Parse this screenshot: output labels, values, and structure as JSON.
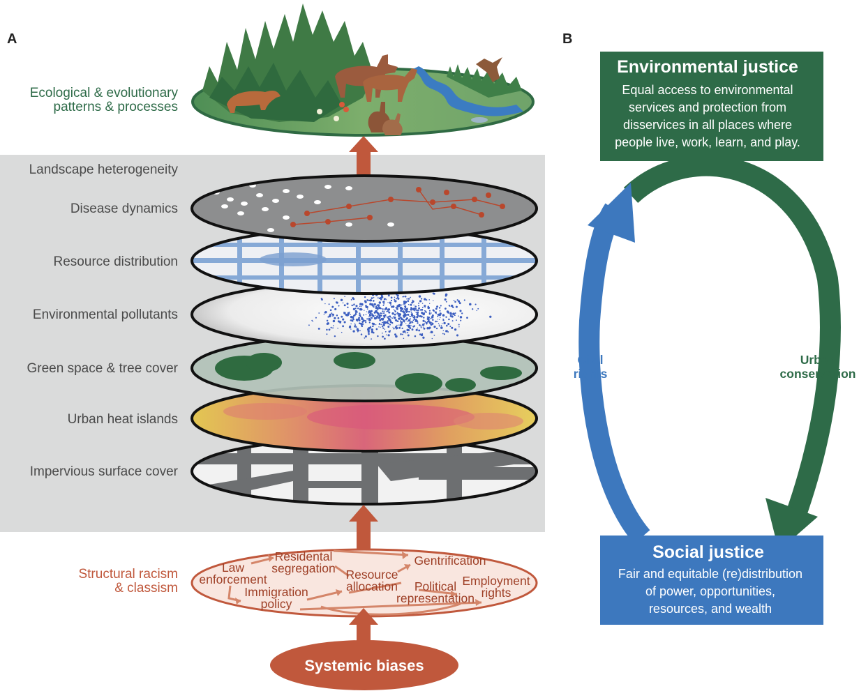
{
  "panel_a": {
    "letter": "A",
    "eco_label_line1": "Ecological & evolutionary",
    "eco_label_line2": "patterns & processes",
    "layers": [
      "Landscape heterogeneity",
      "Disease dynamics",
      "Resource distribution",
      "Environmental pollutants",
      "Green space & tree cover",
      "Urban heat islands",
      "Impervious surface cover"
    ],
    "structural_label_line1": "Structural racism",
    "structural_label_line2": "& classism",
    "structural_items": {
      "law_1": "Law",
      "law_2": "enforcement",
      "res_1": "Residental",
      "res_2": "segregation",
      "imm_1": "Immigration",
      "imm_2": "policy",
      "alloc_1": "Resource",
      "alloc_2": "allocation",
      "gent": "Gentrification",
      "pol_1": "Political",
      "pol_2": "representation",
      "emp_1": "Employment",
      "emp_2": "rights"
    },
    "systemic_biases": "Systemic biases"
  },
  "panel_b": {
    "letter": "B",
    "env_title": "Environmental justice",
    "env_desc": [
      "Equal access to environmental",
      "services and protection from",
      "disservices in all places where",
      "people live, work, learn, and play."
    ],
    "social_title": "Social justice",
    "social_desc": [
      "Fair and equitable (re)distribution",
      "of power, opportunities,",
      "resources, and wealth"
    ],
    "civil_1": "Civil",
    "civil_2": "rights",
    "urban_1": "Urban",
    "urban_2": "conservation"
  },
  "colors": {
    "green": "#2e6b48",
    "blue": "#3d78be",
    "rust": "#c0583c",
    "gray_panel": "#dadbdb",
    "label_gray": "#4a4a4a"
  }
}
